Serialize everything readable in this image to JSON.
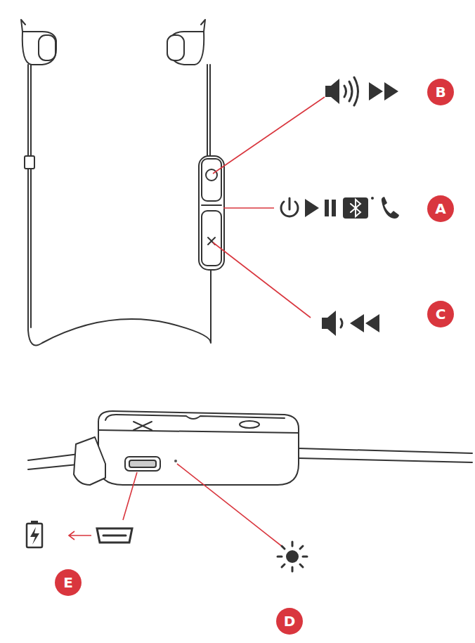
{
  "diagram": {
    "nodes": [
      {
        "text": [
          "B"
        ]
      },
      {
        "text": [
          "A"
        ]
      },
      {
        "text": [
          "C"
        ]
      },
      {
        "text": [
          "E"
        ]
      },
      {
        "text": [
          "D"
        ]
      }
    ]
  }
}
